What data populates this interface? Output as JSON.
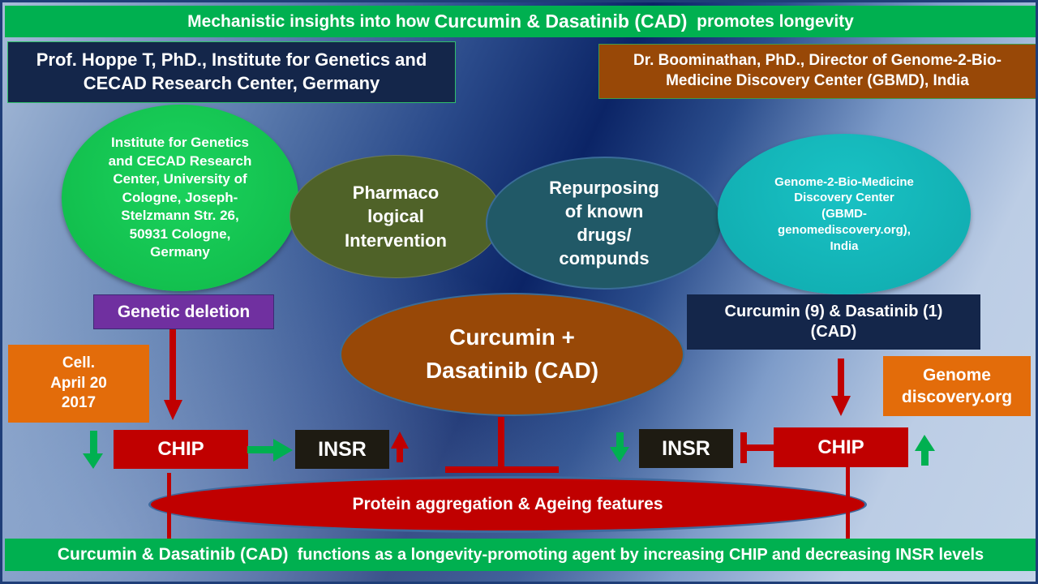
{
  "title": {
    "prefix": "Mechanistic insights into how ",
    "highlight": "Curcumin & Dasatinib (CAD)",
    "suffix": "  promotes longevity"
  },
  "left_author": "Prof.  Hoppe T, PhD., Institute for Genetics and\nCECAD Research Center, Germany",
  "right_author": "Dr. Boominathan, PhD., Director of  Genome-2-Bio-\nMedicine Discovery Center (GBMD), India",
  "ellipses": {
    "left_institute": "Institute for Genetics\nand CECAD Research\nCenter, University of\nCologne, Joseph-\nStelzmann Str. 26,\n50931 Cologne,\nGermany",
    "pharmaco": "Pharmaco\nlogical\nIntervention",
    "repurposing": "Repurposing\nof known\ndrugs/\ncompunds",
    "right_institute": "Genome-2-Bio-Medicine\nDiscovery Center\n(GBMD-\ngenomediscovery.org),\nIndia",
    "cad": "Curcumin +\nDasatinib (CAD)",
    "protein": "Protein aggregation & Ageing features"
  },
  "left_pathway": {
    "method": "Genetic deletion",
    "citation": "Cell.\nApril 20\n2017",
    "chip": "CHIP",
    "insr": "INSR",
    "chip_change": "down",
    "insr_change": "up"
  },
  "right_pathway": {
    "method": "Curcumin (9) & Dasatinib (1)\n(CAD)",
    "citation": "Genome\ndiscovery.org",
    "chip": "CHIP",
    "insr": "INSR",
    "chip_change": "up",
    "insr_change": "down"
  },
  "footer": {
    "highlight": "Curcumin & Dasatinib (CAD)",
    "suffix": "  functions as a longevity-promoting agent by increasing CHIP and decreasing INSR levels"
  },
  "colors": {
    "banner_green": "#00b050",
    "navy_box": "#14264a",
    "brown": "#984807",
    "orange": "#e36c0a",
    "purple": "#7030a0",
    "dark_red": "#c00000",
    "insr_black": "#1e1b12",
    "arrow_green": "#00b050",
    "ellipse_green": "#13c250",
    "ellipse_olive": "#4f6228",
    "ellipse_teal": "#215967",
    "ellipse_cyan": "#13b5b8"
  }
}
